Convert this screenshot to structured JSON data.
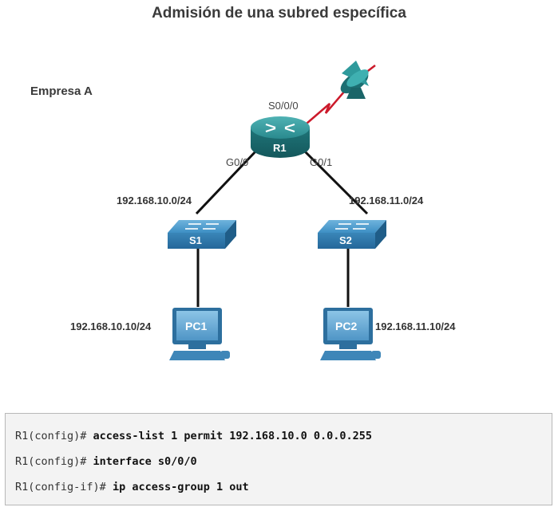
{
  "title": "Admisión de una subred específica",
  "organization": "Empresa A",
  "devices": {
    "router": {
      "name": "R1",
      "serial_interface": "S0/0/0",
      "left_interface": "G0/0",
      "right_interface": "G0/1"
    },
    "switch_left": {
      "name": "S1",
      "network": "192.168.10.0/24"
    },
    "switch_right": {
      "name": "S2",
      "network": "192.168.11.0/24"
    },
    "pc_left": {
      "name": "PC1",
      "address": "192.168.10.10/24"
    },
    "pc_right": {
      "name": "PC2",
      "address": "192.168.11.10/24"
    }
  },
  "cli": [
    {
      "prompt": "R1(config)#",
      "command": "access-list 1 permit 192.168.10.0 0.0.0.255"
    },
    {
      "prompt": "R1(config)#",
      "command": "interface s0/0/0"
    },
    {
      "prompt": "R1(config-if)#",
      "command": "ip access-group 1 out"
    }
  ],
  "colors": {
    "device_teal": "#2e8f93",
    "device_blue": "#3e8cbf",
    "link_black": "#111111",
    "serial_red": "#cc1a2b"
  }
}
